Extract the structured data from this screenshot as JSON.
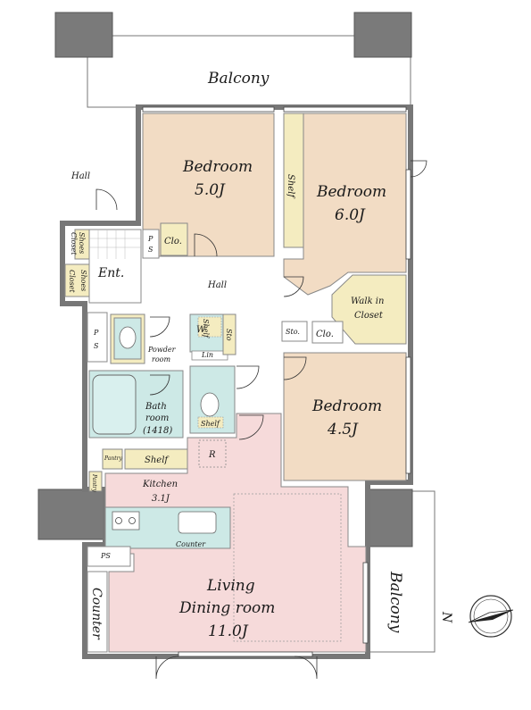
{
  "rooms": {
    "balcony_top": "Balcony",
    "hall_outside": "Hall",
    "bedroom1_name": "Bedroom",
    "bedroom1_size": "5.0J",
    "bedroom2_name": "Bedroom",
    "bedroom2_size": "6.0J",
    "bedroom3_name": "Bedroom",
    "bedroom3_size": "4.5J",
    "shelf_vertical": "Shelf",
    "clo1": "Clo.",
    "clo2": "Clo.",
    "ps1_line1": "P",
    "ps1_line2": "S",
    "ps2_line1": "P",
    "ps2_line2": "S",
    "ps3": "PS",
    "shoes_closet1_line1": "Shoes",
    "shoes_closet1_line2": "Closet",
    "shoes_closet2_line1": "Shoes",
    "shoes_closet2_line2": "Closet",
    "entrance": "Ent.",
    "hall_inside": "Hall",
    "walk_in_line1": "Walk in",
    "walk_in_line2": "Closet",
    "storage": "Sto.",
    "powder_line1": "Powder",
    "powder_line2": "room",
    "shelf_small": "Shelf",
    "w_label": "W",
    "lin": "Lin",
    "sto_small": "Sto",
    "bath_line1": "Bath",
    "bath_line2": "room",
    "bath_line3": "(1418)",
    "shelf_toilet": "Shelf",
    "pantry1": "Pantry",
    "pantry2": "Pantry",
    "shelf_kitchen": "Shelf",
    "fridge": "R",
    "kitchen_name": "Kitchen",
    "kitchen_size": "3.1J",
    "counter_kitchen": "Counter",
    "counter_side": "Counter",
    "living_line1": "Living",
    "living_line2": "Dining room",
    "living_size": "11.0J",
    "balcony_side": "Balcony",
    "north": "N"
  },
  "colors": {
    "bedroom": "#f2dcc4",
    "closet": "#f4ecc0",
    "wet": "#cde9e6",
    "living": "#f6dada",
    "floor": "#ffffff",
    "wall": "#8a8a8a"
  }
}
